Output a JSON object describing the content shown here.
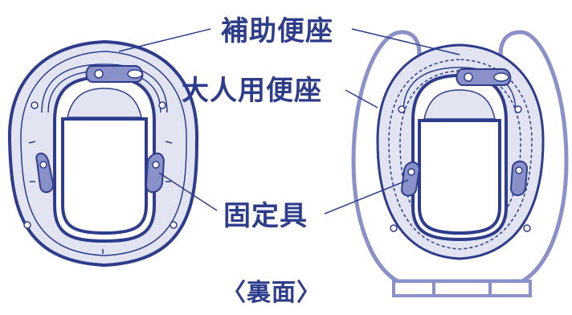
{
  "labels": {
    "auxiliary_seat": "補助便座",
    "adult_seat": "大人用便座",
    "fixture": "固定具",
    "back_side": "〈裏面〉"
  },
  "colors": {
    "outline": "#2e3c8c",
    "adult_outline": "#8a91c8",
    "fill_light": "#e2e4f2",
    "fill_mid": "#cdd1ea",
    "background": "#ffffff"
  }
}
